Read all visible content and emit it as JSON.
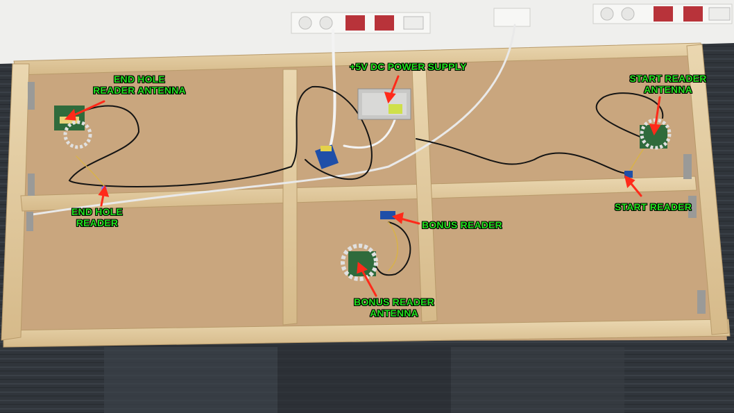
{
  "labels": {
    "end_hole_antenna": {
      "line1": "END HOLE",
      "line2": "READER ANTENNA"
    },
    "power_supply": "+5V DC POWER SUPPLY",
    "start_reader_antenna": {
      "line1": "START READER",
      "line2": "ANTENNA"
    },
    "end_hole_reader": {
      "line1": "END HOLE",
      "line2": "READER"
    },
    "start_reader": "START READER",
    "bonus_reader": "BONUS READER",
    "bonus_reader_antenna": {
      "line1": "BONUS READER",
      "line2": "ANTENNA"
    }
  },
  "colors": {
    "label_text": "#22e01e",
    "arrow": "#ff2a1a",
    "wall": "#eeeeec",
    "board": "#c9a67e",
    "frame_wood": "#e2c99c",
    "carpet": "#2f3338"
  }
}
